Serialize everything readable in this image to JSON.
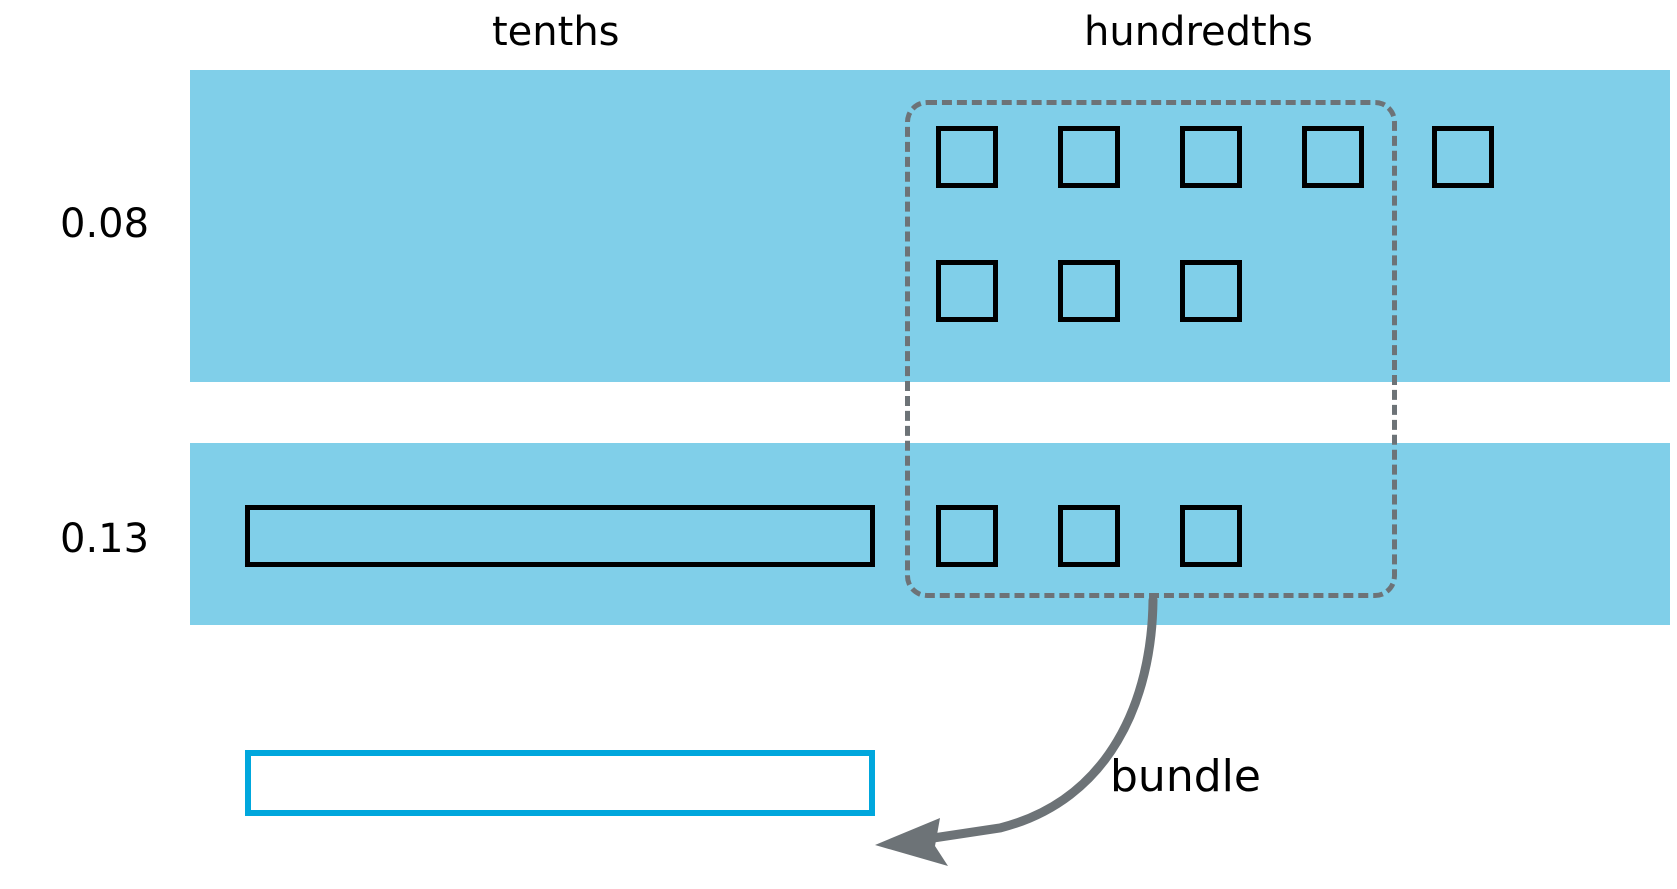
{
  "diagram": {
    "title_concept": "decimal place value bundling",
    "column_headers": [
      {
        "name": "tenths",
        "label": "tenths"
      },
      {
        "name": "hundredths",
        "label": "hundredths"
      }
    ],
    "rows": [
      {
        "value_label": "0.08",
        "tenths_count": 0,
        "hundredths_count": 8,
        "hundredths_in_bundle": 7,
        "hundredths_outside_bundle": 1,
        "band_color": "#80cfe9"
      },
      {
        "value_label": "0.13",
        "tenths_count": 1,
        "hundredths_count": 3,
        "hundredths_in_bundle": 3,
        "hundredths_outside_bundle": 0,
        "band_color": "#80cfe9"
      }
    ],
    "bundle": {
      "annotation_label": "bundle",
      "box_style": "dashed rounded rectangle",
      "box_color": "#6d7377",
      "arrow_color": "#6d7377",
      "result_bar_outline_color": "#00a7dd",
      "result_bar_fill": "#ffffff",
      "result_meaning": "one tenth"
    },
    "colors": {
      "band": "#80cfe9",
      "outline": "#000000",
      "accent": "#00a7dd",
      "annotation": "#6d7377",
      "background": "#ffffff"
    }
  },
  "chart_data": {
    "type": "table",
    "title": "Place value chart: tenths and hundredths",
    "categories": [
      "tenths",
      "hundredths"
    ],
    "series": [
      {
        "name": "0.08",
        "values": [
          0,
          8
        ]
      },
      {
        "name": "0.13",
        "values": [
          1,
          3
        ]
      }
    ],
    "annotations": [
      "bundle"
    ],
    "xlabel": "",
    "ylabel": ""
  }
}
